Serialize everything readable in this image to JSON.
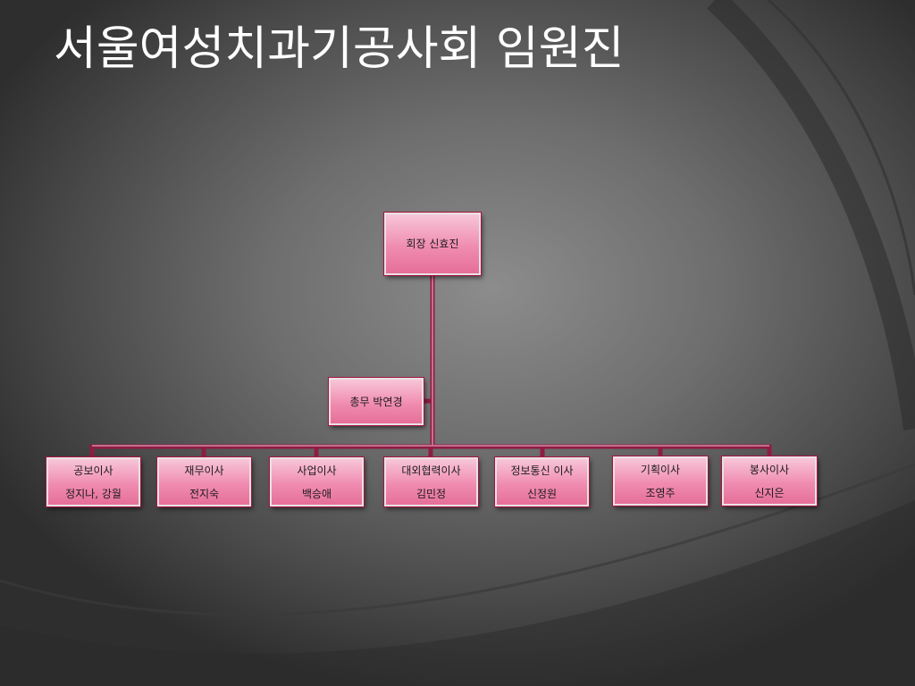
{
  "title": "서울여성치과기공사회 임원진",
  "colors": {
    "node_fill": "#f08cb0",
    "node_border": "#a8143f",
    "connector": "#8e1d44",
    "title_text": "#ffffff"
  },
  "org": {
    "president": "회장 신효진",
    "secretary": "총무 박연경",
    "directors": [
      {
        "role": "공보이사",
        "name": "정지나, 강월"
      },
      {
        "role": "재무이사",
        "name": "전지숙"
      },
      {
        "role": "사업이사",
        "name": "백승애"
      },
      {
        "role": "대외협력이사",
        "name": "김민정"
      },
      {
        "role": "정보통신 이사",
        "name": "신정원"
      },
      {
        "role": "기획이사",
        "name": "조영주"
      },
      {
        "role": "봉사이사",
        "name": "신지은"
      }
    ]
  }
}
